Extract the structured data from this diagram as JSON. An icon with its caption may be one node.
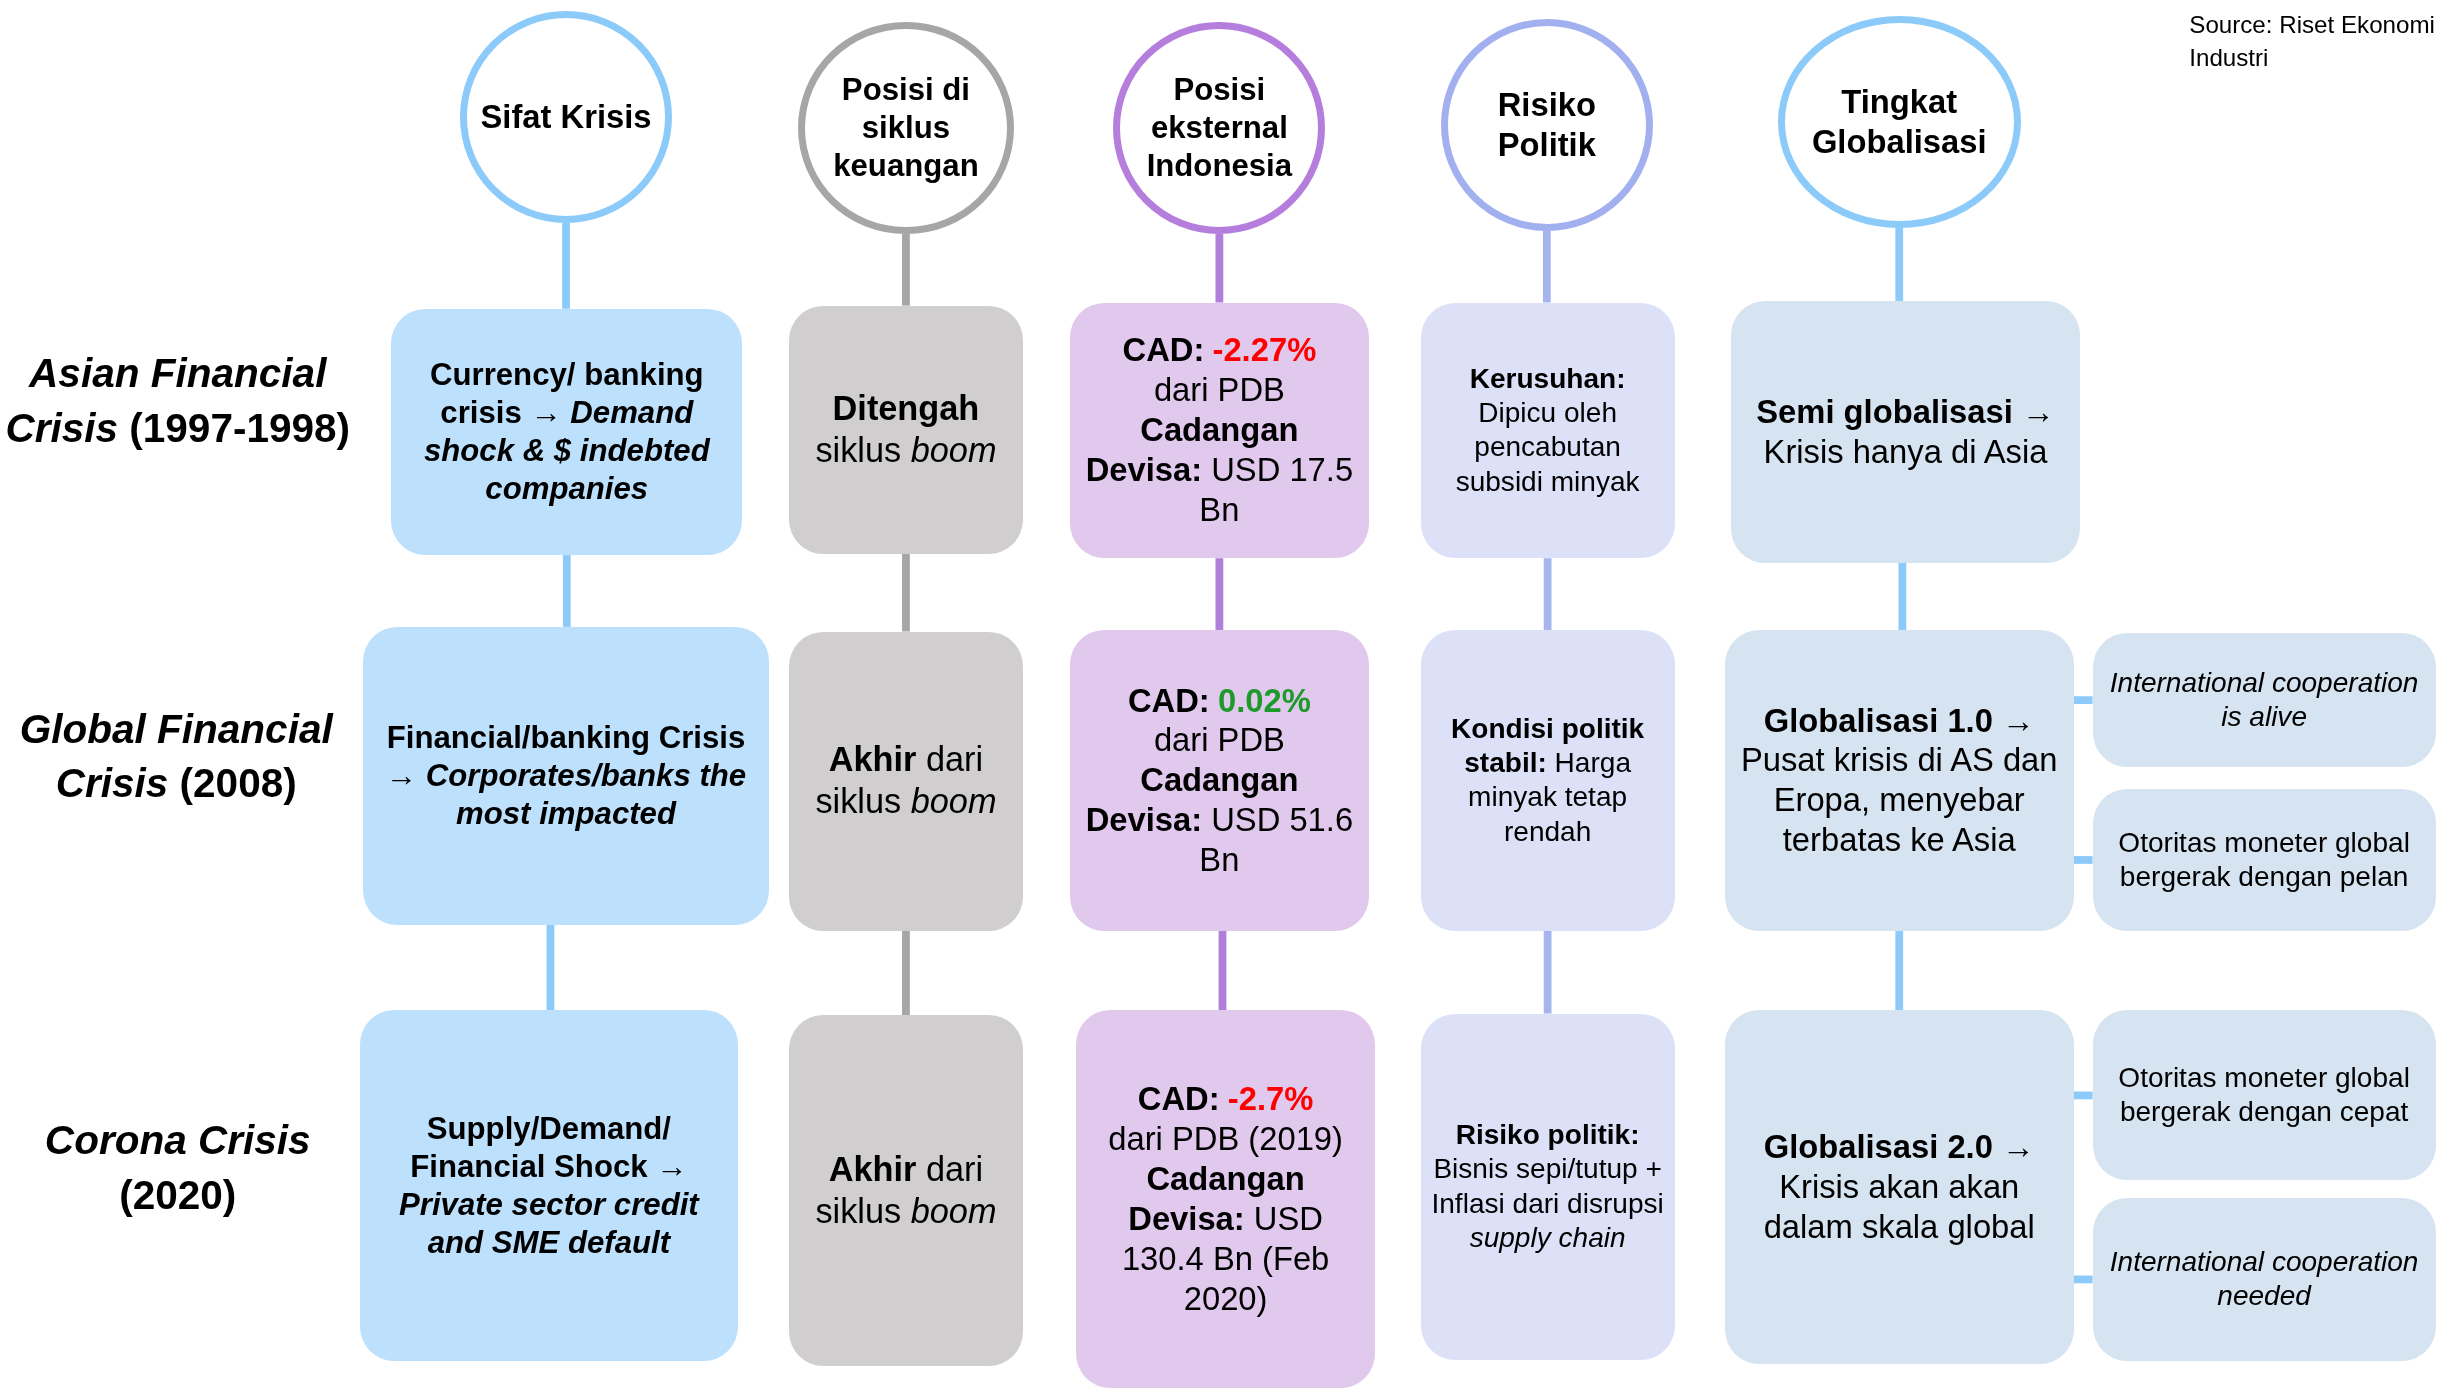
{
  "diagram": {
    "nodes": [
      {
        "text": [
          "Sifat Krisis"
        ]
      },
      {
        "text": [
          "Posisi di siklus keuangan"
        ]
      },
      {
        "text": [
          "Posisi eksternal Indonesia"
        ]
      },
      {
        "text": [
          "Risiko Politik"
        ]
      },
      {
        "text": [
          "Tingkat Globalisasi"
        ]
      },
      {
        "text": [
          "Currency/ banking crisis → *Demand shock & $ indebted companies*"
        ]
      },
      {
        "text": [
          "Financial/banking Crisis → *Corporates/banks the most impacted*"
        ]
      },
      {
        "text": [
          "Supply/Demand/ Financial Shock → *Private sector credit and SME default*"
        ]
      },
      {
        "text": [
          "**Ditengah** siklus *boom*"
        ]
      },
      {
        "text": [
          "**Akhir** dari siklus *boom*"
        ]
      },
      {
        "text": [
          "**Akhir** dari siklus *boom*"
        ]
      },
      {
        "text": [
          "CAD:",
          "-2.27%",
          "dari PDB",
          "**Cadangan Devisa:** USD 17.5 Bn"
        ]
      },
      {
        "text": [
          "CAD:",
          "0.02%",
          "dari PDB",
          "**Cadangan Devisa:** USD 51.6 Bn"
        ]
      },
      {
        "text": [
          "CAD:",
          "-2.7%",
          "dari PDB (2019)",
          "**Cadangan Devisa:** USD 130.4 Bn (Feb 2020)"
        ]
      },
      {
        "text": [
          "**Kerusuhan:** Dipicu oleh pencabutan subsidi minyak"
        ]
      },
      {
        "text": [
          "**Kondisi politik stabil:** Harga minyak tetap rendah"
        ]
      },
      {
        "text": [
          "**Risiko politik:** Bisnis sepi/tutup + Inflasi dari disrupsi *supply chain*"
        ]
      },
      {
        "text": [
          "**Semi globalisasi** → Krisis hanya di Asia"
        ]
      },
      {
        "text": [
          "**Globalisasi 1.0** → Pusat krisis di AS dan Eropa, menyebar terbatas ke Asia"
        ]
      },
      {
        "text": [
          "**Globalisasi 2.0** → Krisis akan akan dalam skala global"
        ]
      },
      {
        "text": [
          "International cooperation is alive"
        ]
      },
      {
        "text": [
          "Otoritas moneter global bergerak dengan pelan"
        ]
      },
      {
        "text": [
          "Otoritas moneter global bergerak dengan cepat"
        ]
      },
      {
        "text": [
          "International cooperation needed"
        ]
      }
    ],
    "edges": [
      {
        "from": 0,
        "to": 5,
        "arrow": "none"
      },
      {
        "from": 5,
        "to": 6,
        "arrow": "none"
      },
      {
        "from": 6,
        "to": 7,
        "arrow": "none"
      },
      {
        "from": 1,
        "to": 8,
        "arrow": "none",
        "color": "#a6a6a6"
      },
      {
        "from": 8,
        "to": 9,
        "arrow": "none",
        "color": "#a6a6a6"
      },
      {
        "from": 9,
        "to": 10,
        "arrow": "none",
        "color": "#a6a6a6"
      },
      {
        "from": 2,
        "to": 11,
        "arrow": "none",
        "color": "#b07fda"
      },
      {
        "from": 11,
        "to": 12,
        "arrow": "none",
        "color": "#b07fda"
      },
      {
        "from": 12,
        "to": 13,
        "arrow": "none",
        "color": "#b07fda"
      },
      {
        "from": 3,
        "to": 14,
        "arrow": "none",
        "color": "#a7b5ee"
      },
      {
        "from": 14,
        "to": 15,
        "arrow": "none",
        "color": "#a7b5ee"
      },
      {
        "from": 15,
        "to": 16,
        "arrow": "none",
        "color": "#a7b5ee"
      },
      {
        "from": 4,
        "to": 17,
        "arrow": "none"
      },
      {
        "from": 17,
        "to": 18,
        "arrow": "none"
      },
      {
        "from": 18,
        "to": 19,
        "arrow": "none"
      },
      {
        "from": 18,
        "to": 20,
        "arrow": "none"
      },
      {
        "from": 18,
        "to": 21,
        "arrow": "none"
      },
      {
        "from": 19,
        "to": 22,
        "arrow": "none"
      },
      {
        "from": 19,
        "to": 23,
        "arrow": "none"
      }
    ],
    "labels": [
      "Source: Riset Ekonomi Industri",
      "*Asian Financial Crisis* (1997-1998)",
      "*Global Financial Crisis* (2008)",
      "*Corona Crisis* (2020)"
    ]
  }
}
